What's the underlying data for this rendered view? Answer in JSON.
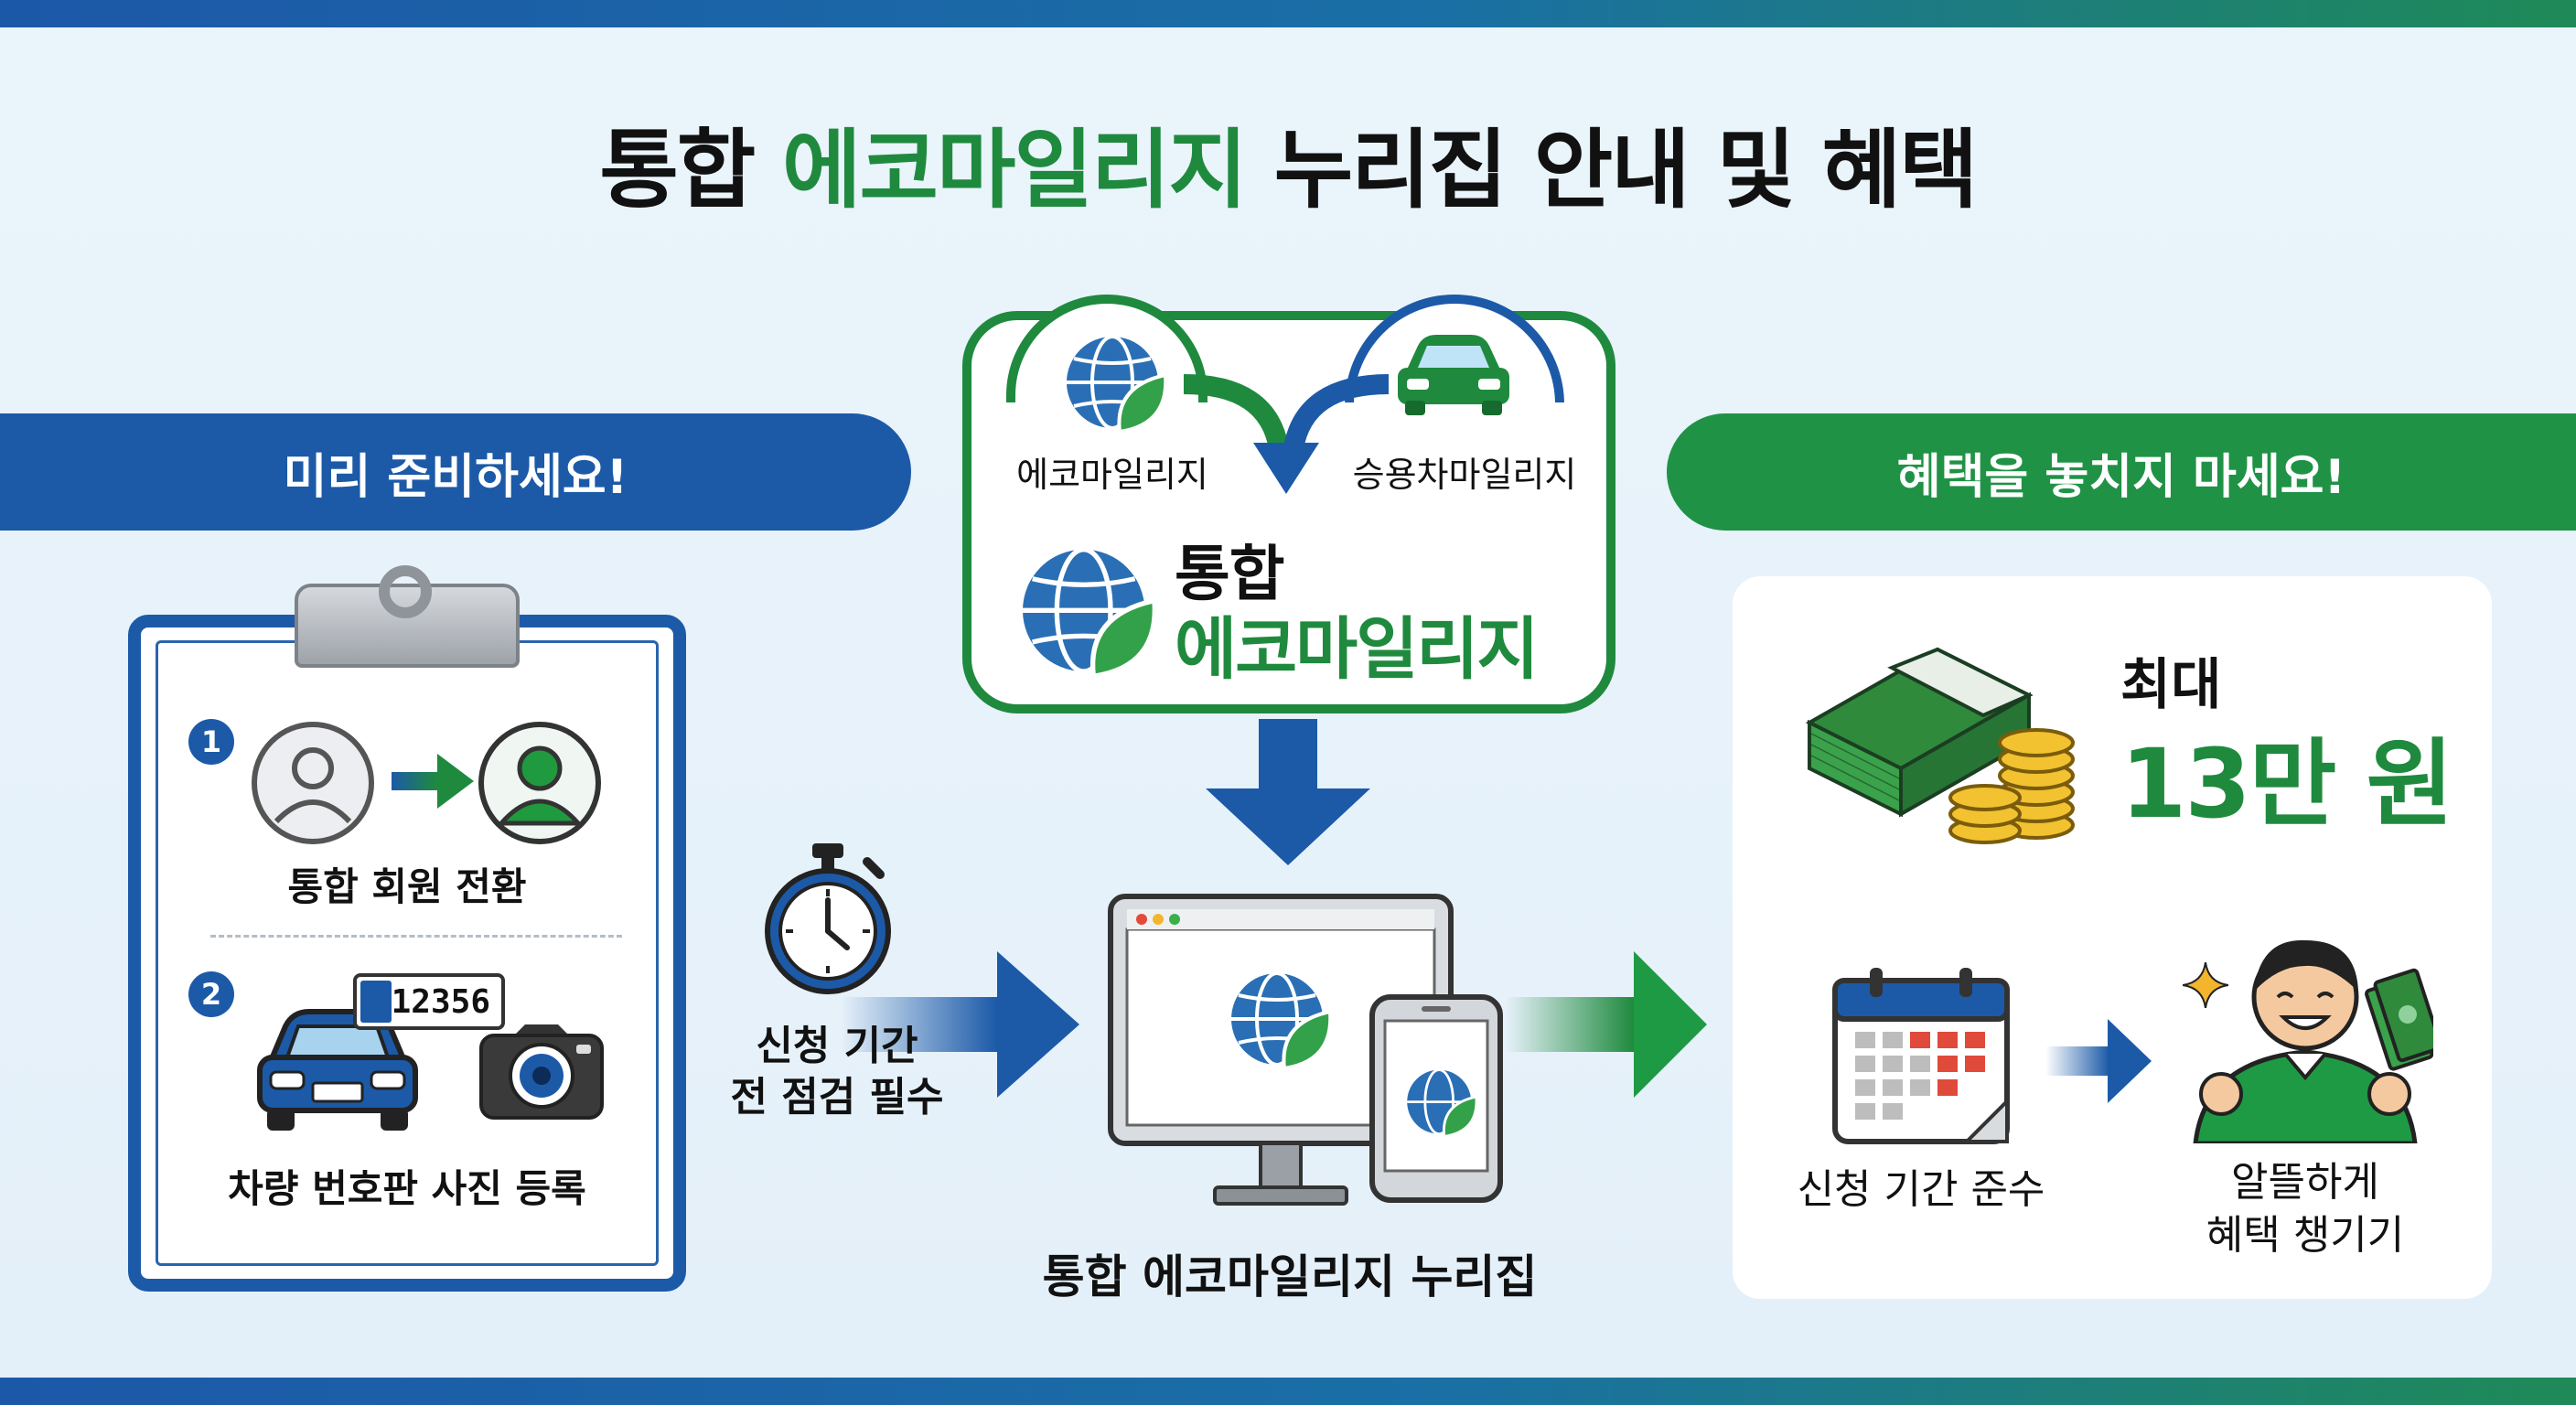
{
  "title": {
    "part1": "통합 ",
    "part2": "에코마일리지",
    "part3": " 누리집 안내 및 혜택"
  },
  "left_banner": "미리 준비하세요!",
  "right_banner": "혜택을 놓치지 마세요!",
  "steps": [
    {
      "num": "1",
      "label": "통합 회원 전환"
    },
    {
      "num": "2",
      "label": "차량 번호판 사진 등록",
      "plate": "12356"
    }
  ],
  "merge": {
    "left_label": "에코마일리지",
    "right_label": "승용차마일리지",
    "result_line1": "통합",
    "result_line2": "에코마일리지"
  },
  "timer_note": {
    "line1": "신청 기간",
    "line2": "전 점검 필수"
  },
  "site_label": "통합 에코마일리지 누리집",
  "reward": {
    "prefix": "최대",
    "amount": "13만 원"
  },
  "tips": [
    {
      "label": "신청 기간 준수"
    },
    {
      "line1": "알뜰하게",
      "line2": "혜택 챙기기"
    }
  ],
  "colors": {
    "blue": "#1c5aa8",
    "green": "#1f8a3e",
    "background": "#e8f2fa"
  },
  "icons": [
    "globe-leaf-icon",
    "car-icon",
    "user-gray-icon",
    "user-green-icon",
    "car-front-icon",
    "camera-icon",
    "stopwatch-icon",
    "monitor-icon",
    "smartphone-icon",
    "money-stack-icon",
    "coins-icon",
    "calendar-icon",
    "happy-person-icon",
    "sparkle-icon"
  ]
}
